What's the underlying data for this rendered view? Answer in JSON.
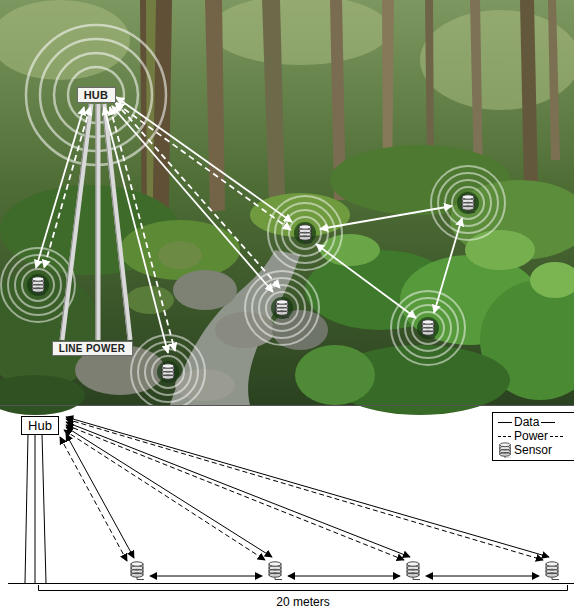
{
  "diagram": {
    "nodes": [
      {
        "text": [
          "HUB"
        ]
      },
      {
        "text": [
          "LINE POWER"
        ]
      },
      {
        "text": [
          "Hub"
        ]
      }
    ],
    "labels": [
      "20 meters"
    ],
    "legend": [
      {
        "text": "Data"
      },
      {
        "text": "Power"
      },
      {
        "text": "Sensor"
      }
    ]
  }
}
